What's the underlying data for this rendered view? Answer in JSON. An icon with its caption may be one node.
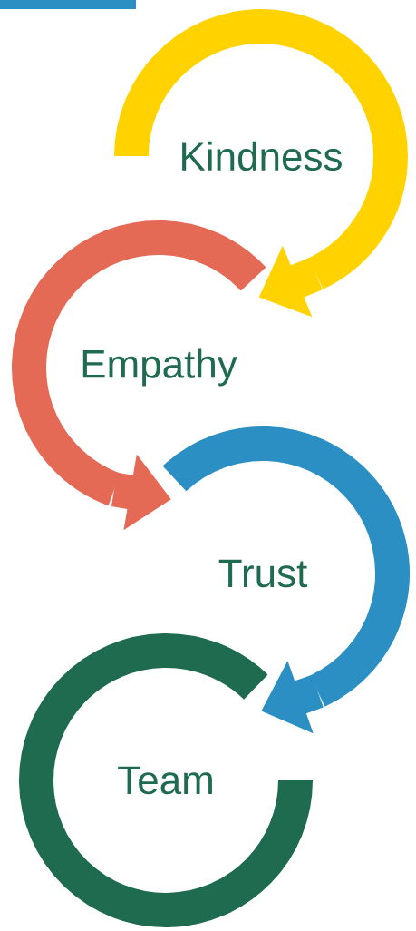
{
  "diagram": {
    "nodes": [
      {
        "text": [
          "Kindness"
        ]
      },
      {
        "text": [
          "Empathy"
        ]
      },
      {
        "text": [
          "Trust"
        ]
      },
      {
        "text": [
          "Team"
        ]
      }
    ],
    "edges": [
      {
        "from": 0,
        "to": 1,
        "arrow": "to",
        "color": "#ffd200"
      },
      {
        "from": 1,
        "to": 2,
        "arrow": "to",
        "color": "#e46a55"
      },
      {
        "from": 2,
        "to": 3,
        "arrow": "to",
        "color": "#2b8fc4"
      }
    ]
  }
}
